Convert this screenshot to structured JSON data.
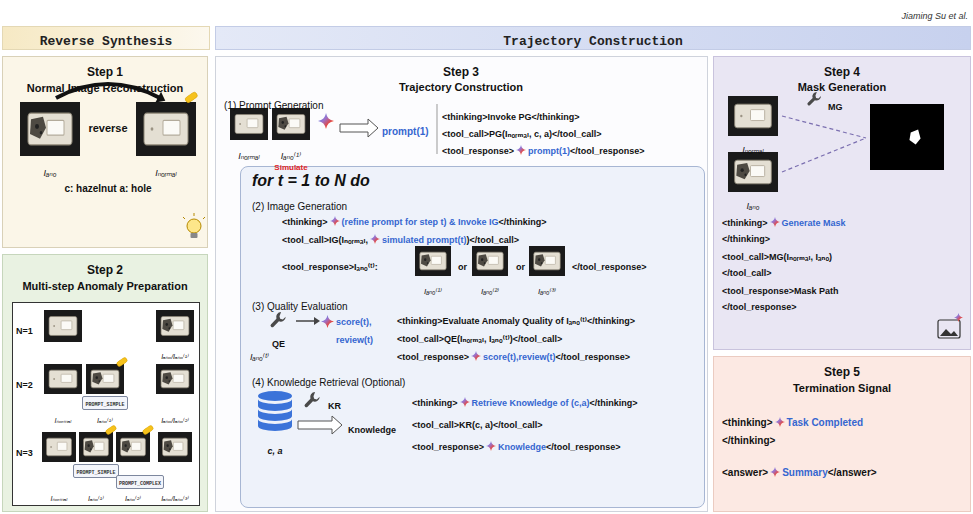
{
  "diagram": {
    "nodes": [
      {
        "text": [
          "Reverse Synthesis"
        ]
      },
      {
        "text": [
          "Trajectory Construction"
        ]
      },
      {
        "text": [
          "Step 1",
          "Normal Image Reconstruction",
          "reverse",
          "Iₐₙₒ",
          "Iₙₒᵣₘₐₗ",
          "c: hazelnut a: hole"
        ]
      },
      {
        "text": [
          "Step 2",
          "Multi-step Anomaly Preparation"
        ]
      },
      {
        "text": [
          "N=1",
          "Iₐₙₒ/Iₐₙₒ⁽¹⁾",
          "N=2",
          "Iₙₒᵣₘₐₗ",
          "Iₐₙₒ⁽¹⁾",
          "Iₐₙₒ/Iₐₙₒ⁽²⁾",
          "N=3",
          "Iₙₒᵣₘₐₗ",
          "Iₐₙₒ⁽¹⁾",
          "Iₐₙₒ⁽²⁾",
          "Iₐₙₒ/Iₐₙₒ⁽³⁾"
        ],
        "in": 3
      },
      {
        "text": [
          "PROMPT_SIMPLE"
        ],
        "in": 4
      },
      {
        "text": [
          "PROMPT_SIMPLE"
        ],
        "in": 4
      },
      {
        "text": [
          "PROMPT_COMPLEX"
        ],
        "in": 4
      },
      {
        "text": [
          "Step 3",
          "Trajectory Construction",
          "(1) Prompt Generation",
          "Iₙₒᵣₘₐₗ",
          "Iₐₙₒ⁽¹⁾",
          "Simulate",
          "prompt(1)",
          "<thinking>Invoke PG</thinking>",
          "<tool_call>PG(Iₙₒᵣₘₐₗ, c, a)</tool_call>",
          "<tool_response>",
          "prompt(1)",
          "</tool_response>"
        ]
      },
      {
        "text": [
          "for t = 1 to N do",
          "(2) Image Generation",
          "<thinking>",
          "(refine prompt for step t) & Invoke IG",
          "</thinking>",
          "<tool_call>IG(Iₙₒᵣₘₐₗ,",
          "simulated prompt(t)",
          ")</tool_call>",
          "<tool_response>Iₐₙₒ⁽ᵗ⁾:",
          "or",
          "or",
          "</tool_response>",
          "Iₐₙₒ⁽¹⁾",
          "Iₐₙₒ⁽²⁾",
          "Iₐₙₒ⁽³⁾",
          "(3) Quality Evaluation",
          "QE",
          "Iₐₙₒ⁽ᵗ⁾",
          "score(t), review(t)",
          "<thinking>Evaluate Anomaly Quality of Iₐₙₒ⁽ᵗ⁾</thinking>",
          "<tool_call>QE(Iₙₒᵣₘₐₗ, Iₐₙₒ⁽ᵗ⁾)</tool_call>",
          "<tool_response>",
          "score(t),review(t)",
          "</tool_response>",
          "(4) Knowledge Retrieval (Optional)",
          "c, a",
          "KR",
          "Knowledge",
          "<thinking>",
          "Retrieve Knowledge of (c,a)",
          "</thinking>",
          "<tool_call>KR(c, a)</tool_call>",
          "<tool_response>",
          "Knowledge",
          "</tool_response>"
        ],
        "in": 8
      },
      {
        "text": [
          "Step 4",
          "Mask Generation",
          "Iₙₒᵣₘₐₗ",
          "Iₐₙₒ",
          "MG",
          "<thinking>",
          "Generate Mask",
          "</thinking>",
          "<tool_call>MG(Iₙₒᵣₘₐₗ, Iₐₙₒ)",
          "</tool_call>",
          "<tool_response>Mask Path",
          "</tool_response>"
        ]
      },
      {
        "text": [
          "Step 5",
          "Termination Signal",
          "<thinking>",
          "Task Completed",
          "</thinking>",
          "<answer>",
          "Summary",
          "</answer>"
        ]
      }
    ],
    "labels": [
      "Jiaming Su et al."
    ]
  }
}
